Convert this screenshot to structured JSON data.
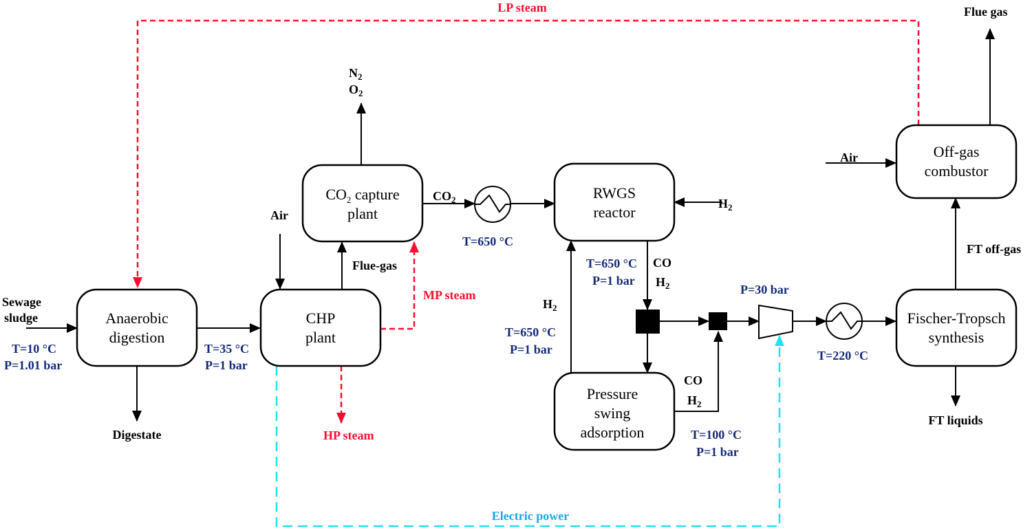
{
  "units": {
    "anaerobic_digestion": [
      "Anaerobic",
      "digestion"
    ],
    "chp_plant": [
      "CHP",
      "plant"
    ],
    "co2_capture": {
      "line1_prefix": "CO",
      "line1_sub": "2",
      "line1_suffix": " capture",
      "line2": "plant"
    },
    "rwgs_reactor": [
      "RWGS",
      "reactor"
    ],
    "psa": [
      "Pressure",
      "swing",
      "adsorption"
    ],
    "off_gas_combustor": [
      "Off-gas",
      "combustor"
    ],
    "fischer_tropsch": [
      "Fischer-Tropsch",
      "synthesis"
    ]
  },
  "streams": {
    "sewage_sludge": [
      "Sewage",
      "sludge"
    ],
    "digestate": "Digestate",
    "air_chp": "Air",
    "flue_gas_chp": "Flue-gas",
    "n2": {
      "base": "N",
      "sub": "2"
    },
    "o2": {
      "base": "O",
      "sub": "2"
    },
    "co2": {
      "base": "CO",
      "sub": "2"
    },
    "h2_rwgs": {
      "base": "H",
      "sub": "2"
    },
    "co_rwgs_out": "CO",
    "h2_rwgs_out": {
      "base": "H",
      "sub": "2"
    },
    "h2_recycle": {
      "base": "H",
      "sub": "2"
    },
    "co_psa": "CO",
    "h2_psa": {
      "base": "H",
      "sub": "2"
    },
    "air_combustor": "Air",
    "flue_gas": "Flue gas",
    "ft_off_gas": "FT off-gas",
    "ft_liquids": "FT liquids"
  },
  "conditions": {
    "sludge_T": "T=10 °C",
    "sludge_P": "P=1.01 bar",
    "ad_out_T": "T=35 °C",
    "ad_out_P": "P=1 bar",
    "co2_heater_T": "T=650 °C",
    "rwgs_out_T": "T=650 °C",
    "rwgs_out_P": "P=1 bar",
    "h2_recycle_T": "T=650 °C",
    "h2_recycle_P": "P=1 bar",
    "psa_out_T": "T=100 °C",
    "psa_out_P": "P=1 bar",
    "compressor_P": "P=30 bar",
    "ft_heater_T": "T=220 °C"
  },
  "utilities": {
    "lp_steam": "LP steam",
    "mp_steam": "MP steam",
    "hp_steam": "HP steam",
    "electric_power": "Electric power"
  },
  "colors": {
    "steam": "#ff0d2e",
    "electric": "#1ee3f0",
    "electric_label": "#1aa7e8",
    "conditions": "#142a78"
  }
}
